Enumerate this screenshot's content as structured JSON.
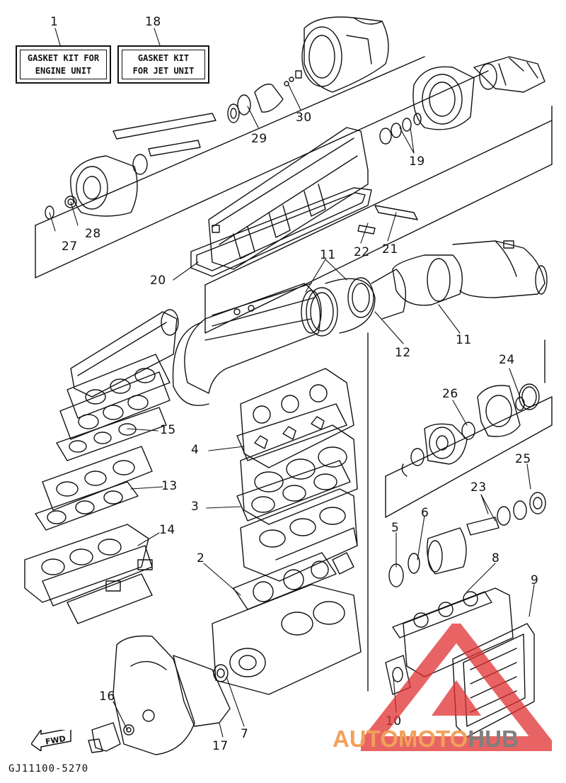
{
  "kits": [
    {
      "callout": "1",
      "line1": "GASKET KIT FOR",
      "line2": "ENGINE UNIT"
    },
    {
      "callout": "18",
      "line1": "GASKET KIT",
      "line2": "FOR JET UNIT"
    }
  ],
  "callouts": {
    "c2": "2",
    "c3": "3",
    "c4": "4",
    "c5": "5",
    "c6": "6",
    "c7": "7",
    "c8": "8",
    "c9": "9",
    "c10": "10",
    "c11a": "11",
    "c11b": "11",
    "c12": "12",
    "c13": "13",
    "c14": "14",
    "c15": "15",
    "c16": "16",
    "c17": "17",
    "c19": "19",
    "c20": "20",
    "c21": "21",
    "c22": "22",
    "c23": "23",
    "c24": "24",
    "c25": "25",
    "c26": "26",
    "c27": "27",
    "c28": "28",
    "c29": "29",
    "c30": "30"
  },
  "direction_label": "FWD",
  "diagram_code": "GJ11100-5270",
  "watermark": {
    "part1": "AUTOMOTO",
    "part2": "HUB",
    "color1": "#f2a05a",
    "color2": "#7f7f7f",
    "triangle_color": "#e03030"
  }
}
